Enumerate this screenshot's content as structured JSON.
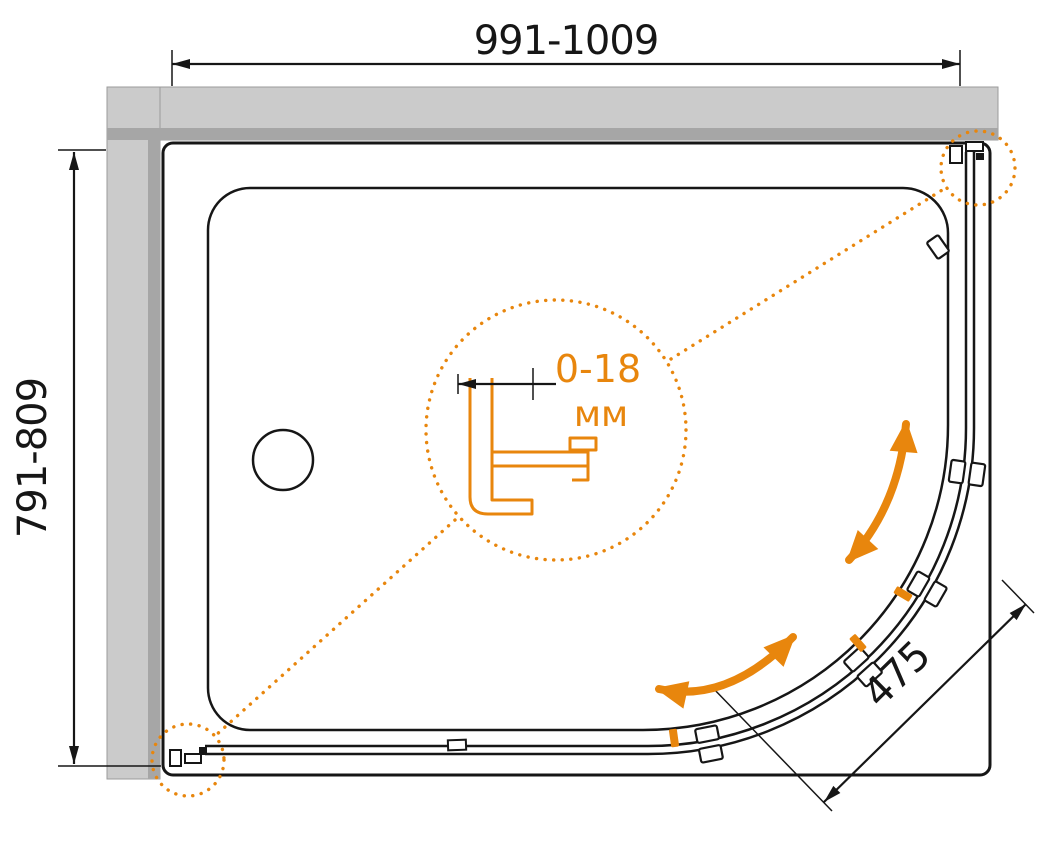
{
  "labels": {
    "width": "991-1009",
    "depth": "791-809",
    "door_width": "475",
    "adjustment_range": "0-18",
    "adjustment_unit": "мм"
  },
  "colors": {
    "accent": "#e8860d",
    "line": "#161616",
    "wall_fill": "#cbcbcb",
    "wall_stripe": "#a6a6a6",
    "paper": "#ffffff"
  }
}
